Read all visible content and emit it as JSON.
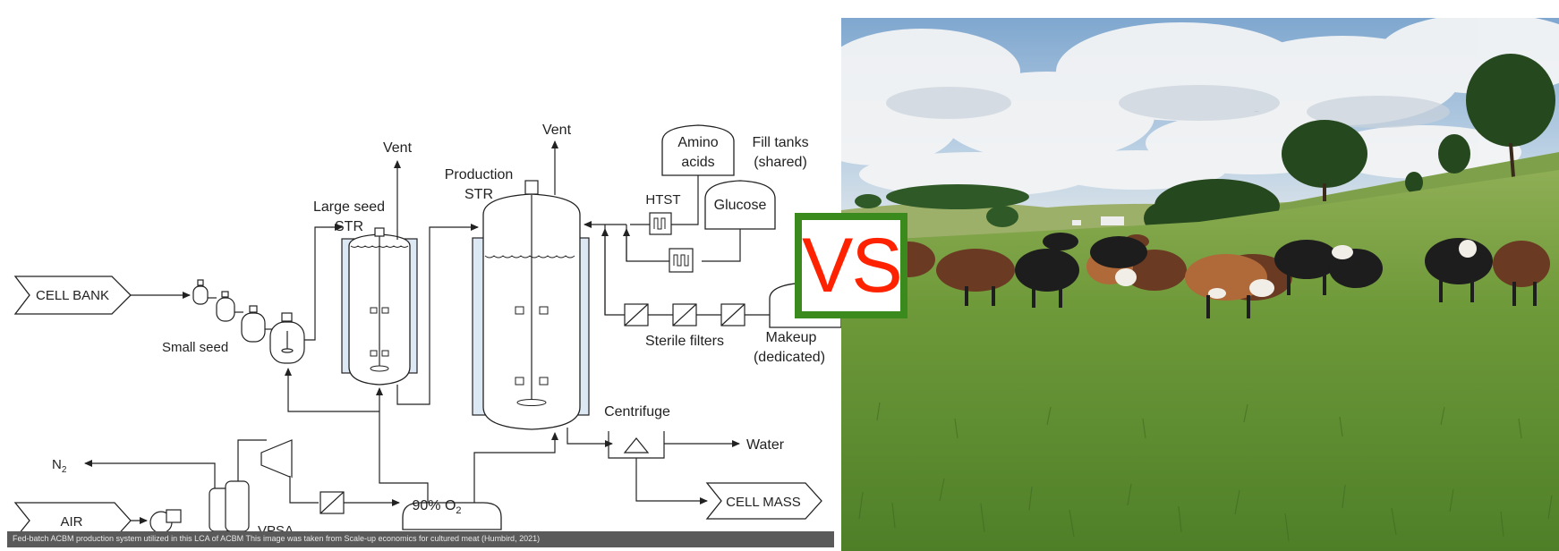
{
  "diagram": {
    "cell_bank": "CELL BANK",
    "small_seed": "Small seed",
    "large_seed_line1": "Large seed",
    "large_seed_line2": "STR",
    "production_line1": "Production",
    "production_line2": "STR",
    "vent_left": "Vent",
    "vent_right": "Vent",
    "htst": "HTST",
    "amino_line1": "Amino",
    "amino_line2": "acids",
    "fill_tanks_line1": "Fill tanks",
    "fill_tanks_line2": "(shared)",
    "glucose": "Glucose",
    "sterile_filters": "Sterile filters",
    "makeup_line1": "Makeup",
    "makeup_line2": "(dedicated)",
    "centrifuge": "Centrifuge",
    "water": "Water",
    "cell_mass": "CELL MASS",
    "n2": "N",
    "n2_sub": "2",
    "air": "AIR",
    "vpsa": "VPSA",
    "o2_tank": "90% O",
    "o2_sub": "2"
  },
  "caption": "Fed-batch ACBM production system utilized in this LCA of ACBM This image was taken from Scale-up economics for cultured meat (Humbird, 2021)",
  "vs_label": "VS",
  "colors": {
    "vs_text": "#ff2200",
    "vs_border": "#3b8a1e",
    "vessel_fill": "#dce8f3",
    "caption_bar": "#5a5a5a"
  }
}
